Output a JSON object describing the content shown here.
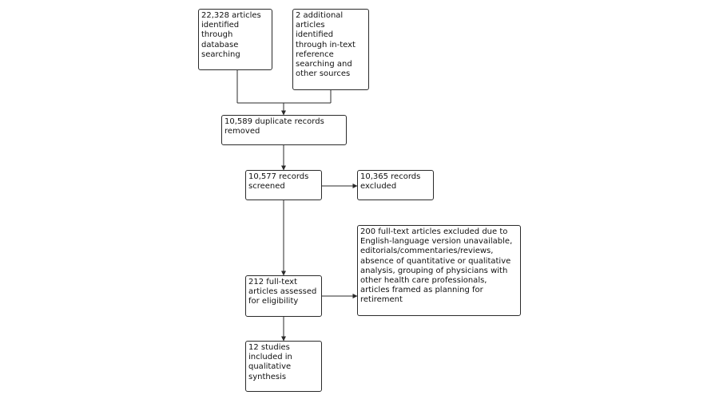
{
  "flow": {
    "identified_database": "22,328 articles\nidentified\nthrough\ndatabase\nsearching",
    "identified_other": "2 additional\narticles\nidentified\nthrough in-text\nreference\nsearching and\nother sources",
    "duplicates_removed": "10,589 duplicate records\nremoved",
    "records_screened": "10,577 records\nscreened",
    "records_excluded": "10,365 records\nexcluded",
    "fulltext_assessed": "212 full-text\narticles assessed\nfor eligibility",
    "fulltext_excluded": "200 full-text articles excluded due to\nEnglish-language version unavailable,\neditorials/commentaries/reviews,\nabsence of quantitative or qualitative\nanalysis, grouping of physicians with\nother health care professionals,\narticles framed as planning for\nretirement",
    "studies_included": "12 studies\nincluded in\nqualitative\nsynthesis"
  },
  "colors": {
    "line": "#2a2a2a",
    "box_border": "#2a2a2a",
    "text": "#111111",
    "background": "#ffffff"
  }
}
